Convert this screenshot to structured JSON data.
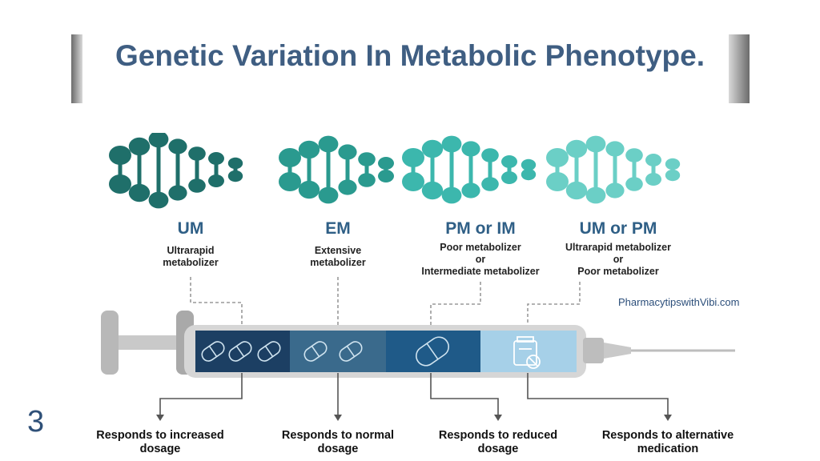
{
  "slide": {
    "title": "Genetic Variation In Metabolic Phenotype.",
    "page_number": "3"
  },
  "watermark": "PharmacytipswithVibi.com",
  "phenotypes": [
    {
      "abbr": "UM",
      "desc": [
        "Ultrarapid",
        "metabolizer"
      ],
      "outcome": [
        "Responds to increased",
        "dosage"
      ]
    },
    {
      "abbr": "EM",
      "desc": [
        "Extensive",
        "metabolizer"
      ],
      "outcome": [
        "Responds to normal",
        "dosage"
      ]
    },
    {
      "abbr": "PM or IM",
      "desc": [
        "Poor metabolizer",
        "or",
        "Intermediate metabolizer"
      ],
      "outcome": [
        "Responds to reduced",
        "dosage"
      ]
    },
    {
      "abbr": "UM or PM",
      "desc": [
        "Ultrarapid metabolizer",
        "or",
        "Poor metabolizer"
      ],
      "outcome": [
        "Responds to alternative",
        "medication"
      ]
    }
  ],
  "colors": {
    "dna": [
      "#1f6f6a",
      "#2a9a8f",
      "#3cb7ad",
      "#6bcfc6"
    ],
    "syringe_segments": [
      "#1c3f63",
      "#3a6a8c",
      "#1f5a88",
      "#a6d0e8"
    ],
    "heading": "#3f5e82"
  }
}
